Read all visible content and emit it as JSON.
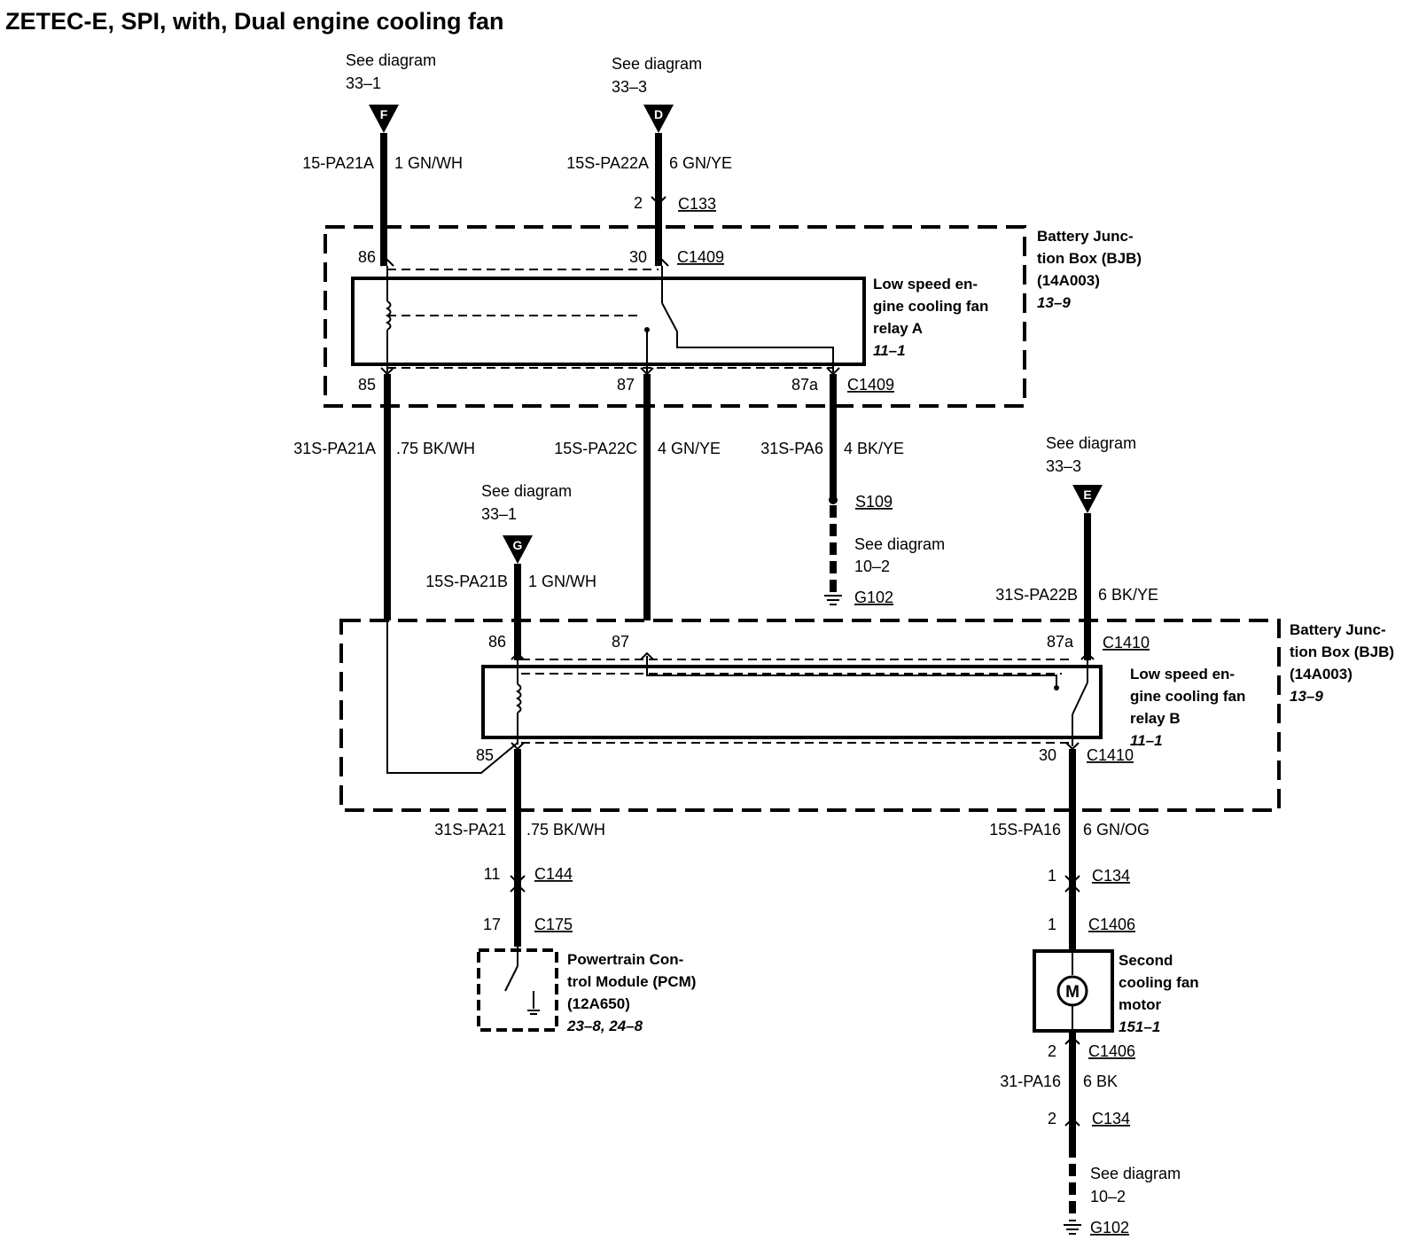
{
  "title": "ZETEC-E, SPI, with, Dual engine cooling fan",
  "see_diagram": "See diagram",
  "references": {
    "f_ref": "33–1",
    "d_ref": "33–3",
    "g_ref": "33–1",
    "e_ref": "33–3",
    "ground_ref_1": "10–2",
    "ground_ref_2": "10–2"
  },
  "connector_letters": {
    "f": "F",
    "d": "D",
    "g": "G",
    "e": "E"
  },
  "circuits": {
    "w1_code": "15-PA21A",
    "w1_desc": "1 GN/WH",
    "w2_code": "15S-PA22A",
    "w2_desc": "6 GN/YE",
    "w3_code": "31S-PA21A",
    "w3_desc": ".75 BK/WH",
    "w4_code": "15S-PA22C",
    "w4_desc": "4 GN/YE",
    "w5_code": "31S-PA6",
    "w5_desc": "4 BK/YE",
    "w6_code": "15S-PA21B",
    "w6_desc": "1 GN/WH",
    "w7_code": "31S-PA22B",
    "w7_desc": "6 BK/YE",
    "w8_code": "31S-PA21",
    "w8_desc": ".75 BK/WH",
    "w9_code": "15S-PA16",
    "w9_desc": "6 GN/OG",
    "w10_code": "31-PA16",
    "w10_desc": "6 BK"
  },
  "connectors": {
    "c133": "C133",
    "c1409": "C1409",
    "c1410": "C1410",
    "c144": "C144",
    "c175": "C175",
    "c134": "C134",
    "c1406": "C1406",
    "s109": "S109",
    "g102": "G102"
  },
  "pins": {
    "c133_pin": "2",
    "relay_a_86": "86",
    "relay_a_30": "30",
    "relay_a_85": "85",
    "relay_a_87": "87",
    "relay_a_87a": "87a",
    "relay_b_86": "86",
    "relay_b_87": "87",
    "relay_b_87a": "87a",
    "relay_b_85": "85",
    "relay_b_30": "30",
    "c144_pin": "11",
    "c175_pin": "17",
    "c134_top_pin": "1",
    "c1406_top_pin": "1",
    "c1406_bottom_pin": "2",
    "c134_bottom_pin": "2"
  },
  "components": {
    "bjb_top": [
      "Battery Junc-",
      "tion Box (BJB)",
      "(14A003)"
    ],
    "bjb_top_ref": "13–9",
    "relay_a": [
      "Low speed en-",
      "gine cooling fan",
      "relay A"
    ],
    "relay_a_ref": "11–1",
    "bjb_bottom": [
      "Battery Junc-",
      "tion Box (BJB)",
      "(14A003)"
    ],
    "bjb_bottom_ref": "13–9",
    "relay_b": [
      "Low speed en-",
      "gine cooling fan",
      "relay B"
    ],
    "relay_b_ref": "11–1",
    "pcm": [
      "Powertrain Con-",
      "trol Module (PCM)",
      "(12A650)"
    ],
    "pcm_ref": "23–8, 24–8",
    "motor": [
      "Second",
      "cooling fan",
      "motor"
    ],
    "motor_ref": "151–1",
    "motor_symbol": "M"
  }
}
